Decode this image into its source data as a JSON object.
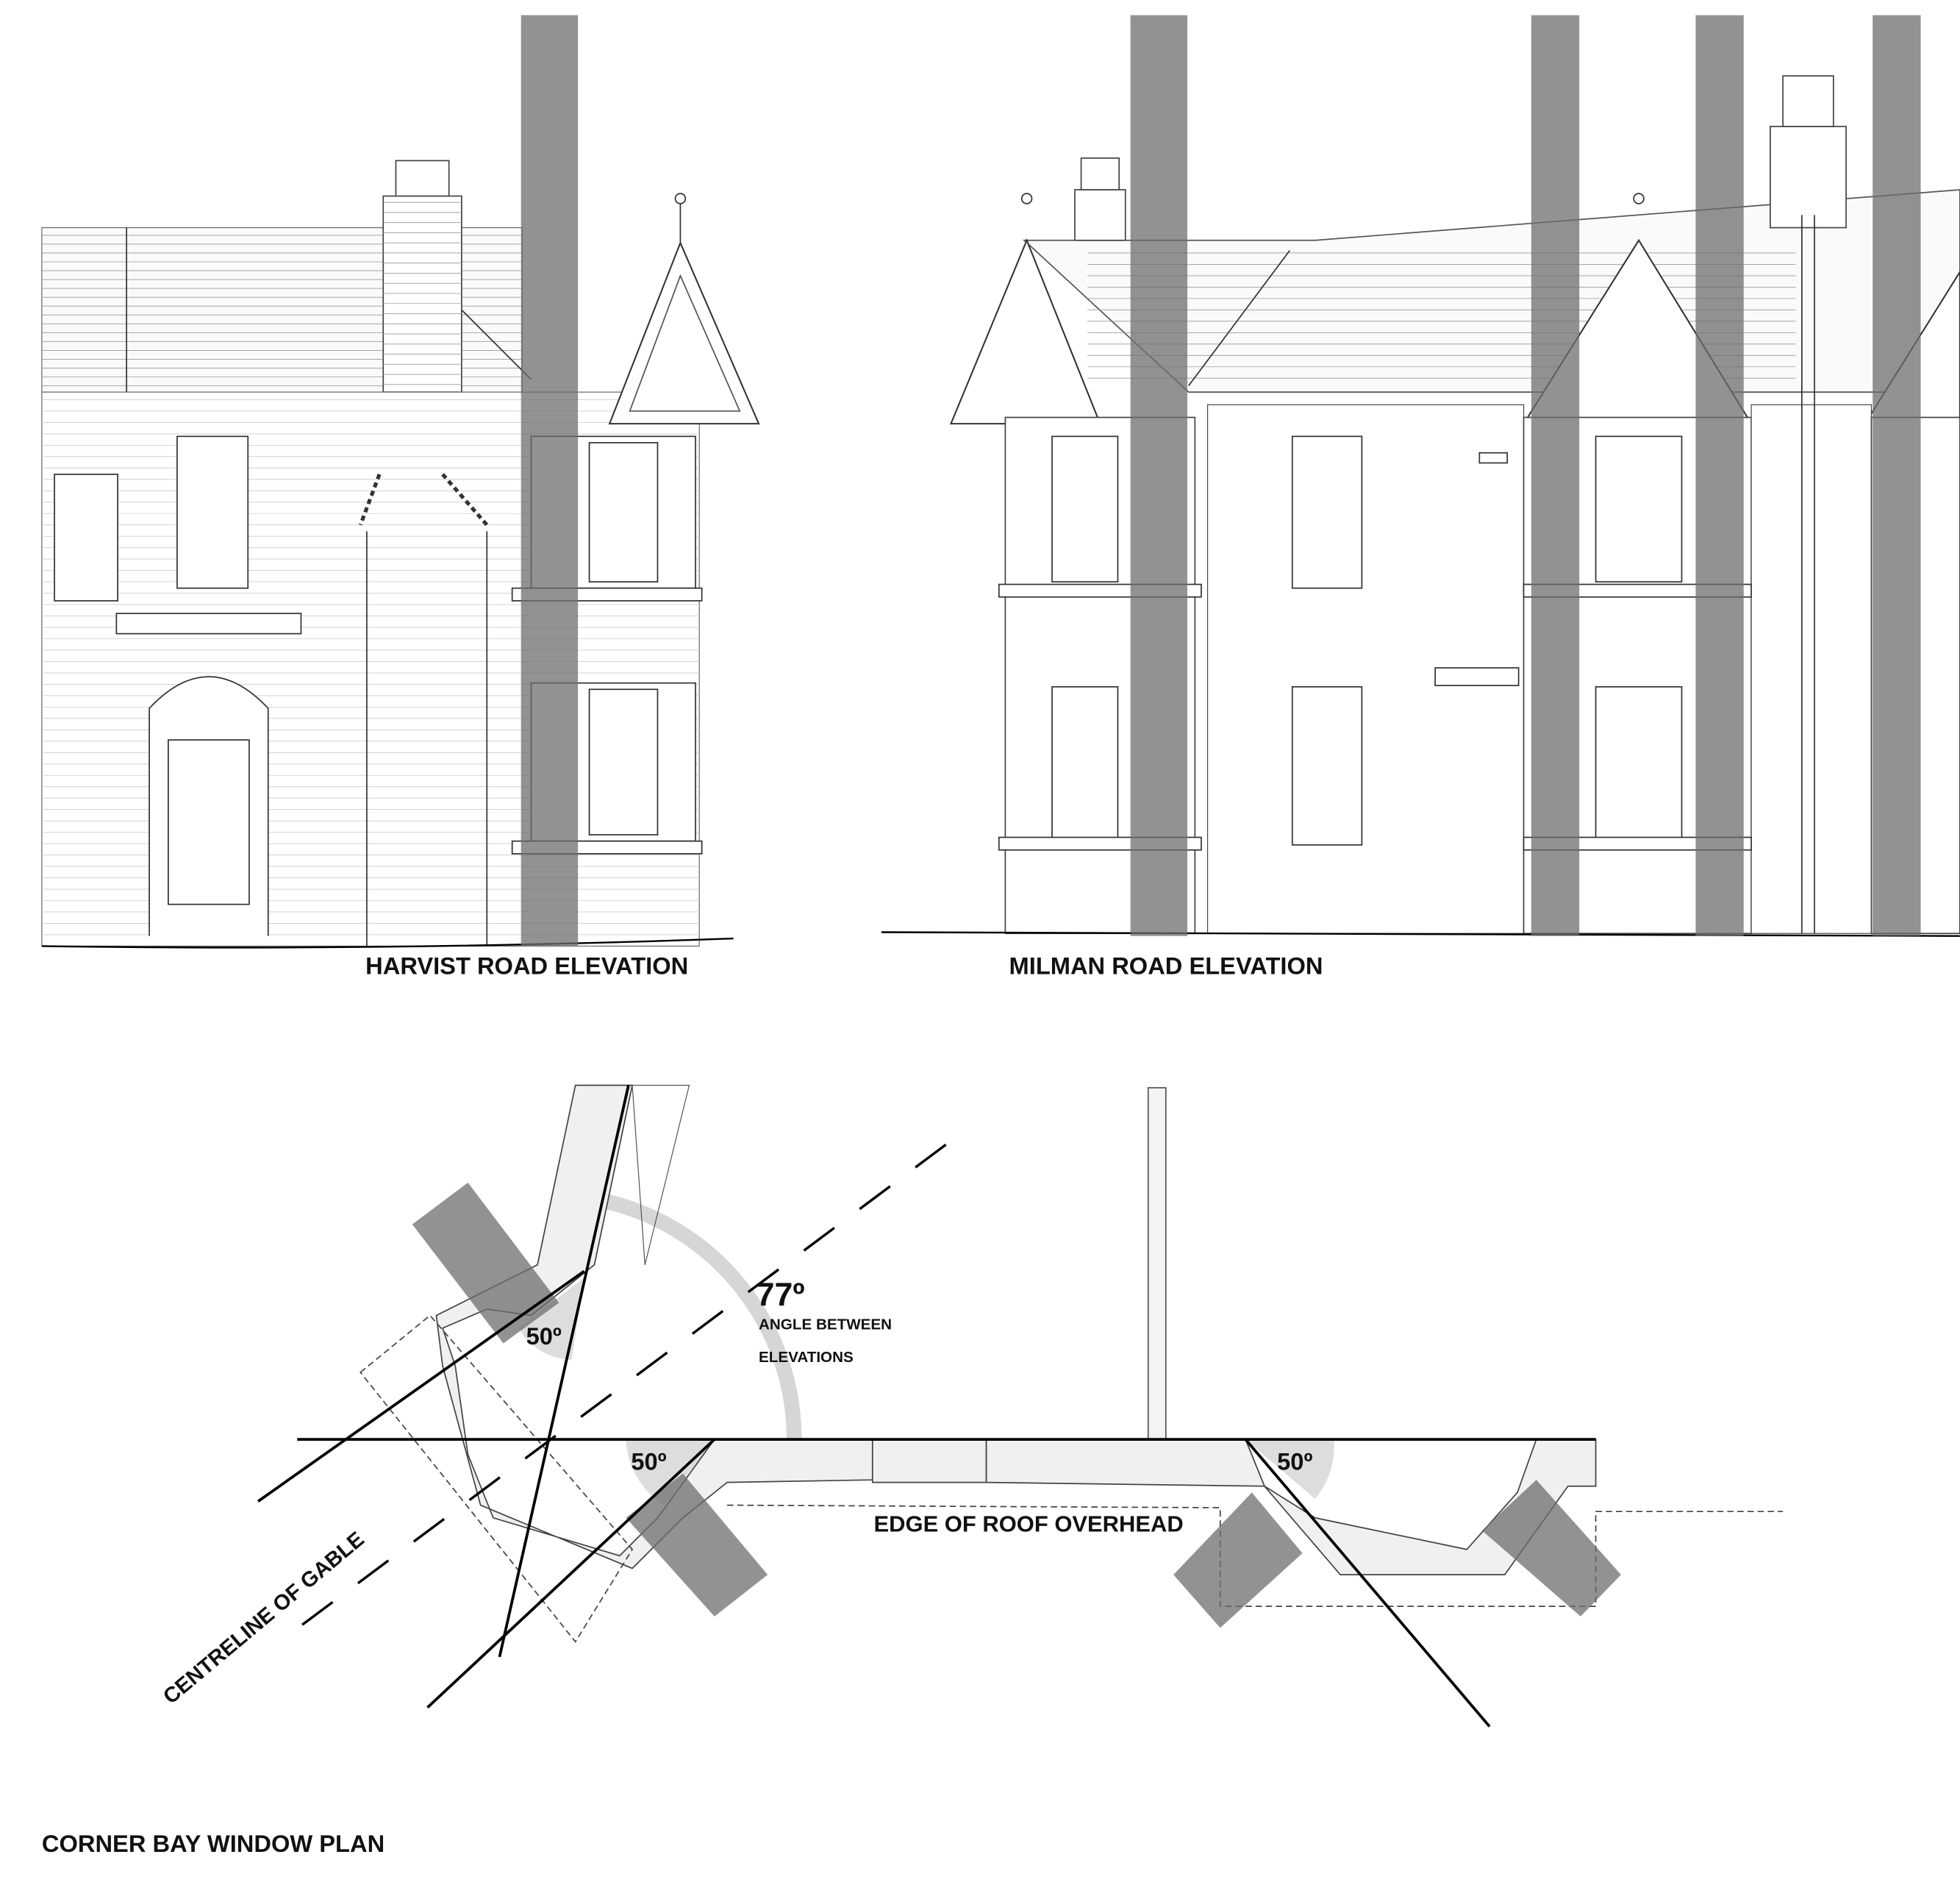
{
  "labels": {
    "harvist": "HARVIST ROAD ELEVATION",
    "milman": "MILMAN ROAD ELEVATION",
    "plan_title": "CORNER BAY WINDOW PLAN",
    "angle_main": "77º",
    "angle_caption_1": "ANGLE BETWEEN",
    "angle_caption_2": "ELEVATIONS",
    "angle_left": "50º",
    "angle_mid": "50º",
    "angle_right": "50º",
    "roof_edge": "EDGE OF ROOF OVERHEAD",
    "centreline": "CENTRELINE OF GABLE"
  },
  "colors": {
    "sightline_bar": "#6e6e6e",
    "arc": "#d6d6d6",
    "ink": "#111111"
  }
}
